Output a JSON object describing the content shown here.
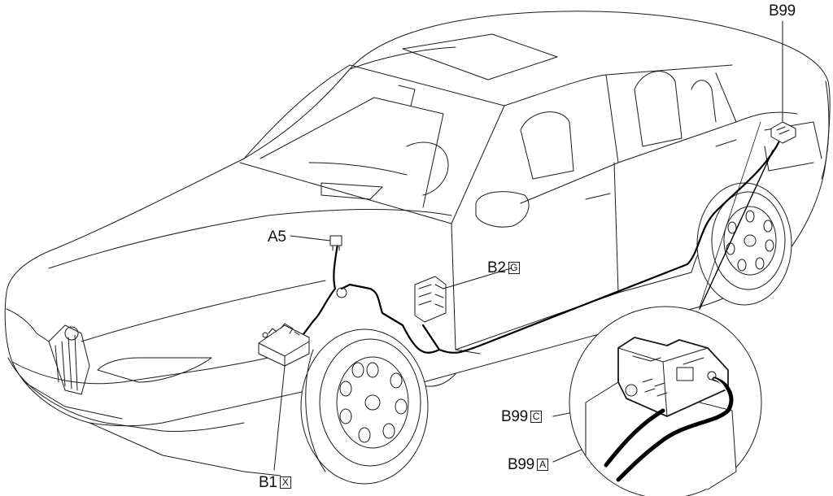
{
  "labels": {
    "a5": "A5",
    "b1": "B1",
    "b1_box": "X",
    "b2": "B2",
    "b2_box": "G",
    "b99_top": "B99",
    "b99_c": "B99",
    "b99_c_box": "C",
    "b99_a": "B99",
    "b99_a_box": "A"
  },
  "colors": {
    "line": "#1a1a1a",
    "cable": "#000000",
    "background": "#ffffff"
  }
}
